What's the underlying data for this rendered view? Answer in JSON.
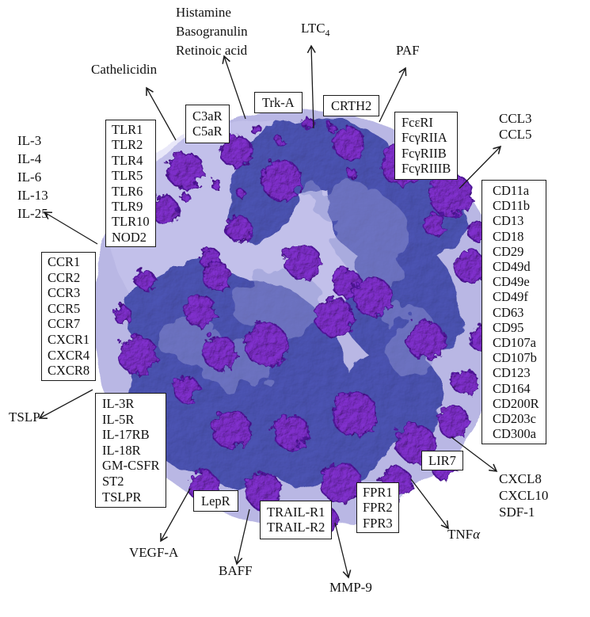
{
  "colors": {
    "membrane": "#b9b7e4",
    "membrane_light": "#cfcdf2",
    "nucleus": "#4750b0",
    "nucleus_light": "#9095d2",
    "granule": "#7c2ec6",
    "granule_dark": "#51189c",
    "line": "#1a1a1a",
    "box_border": "#1b1b1b",
    "box_bg": "#ffffff"
  },
  "boxes": {
    "tlr": {
      "items": [
        "TLR1",
        "TLR2",
        "TLR4",
        "TLR5",
        "TLR6",
        "TLR9",
        "TLR10",
        "NOD2"
      ]
    },
    "complement": {
      "items": [
        "C3aR",
        "C5aR"
      ]
    },
    "trka": {
      "items": [
        "Trk-A"
      ]
    },
    "crth2": {
      "items": [
        "CRTH2"
      ]
    },
    "fc_receptors": {
      "items": [
        "FcεRI",
        "FcγRIIA",
        "FcγRIIB",
        "FcγRIIIB"
      ]
    },
    "cd_markers": {
      "items": [
        "CD11a",
        "CD11b",
        "CD13",
        "CD18",
        "CD29",
        "CD49d",
        "CD49e",
        "CD49f",
        "CD63",
        "CD95",
        "CD107a",
        "CD107b",
        "CD123",
        "CD164",
        "CD200R",
        "CD203c",
        "CD300a"
      ]
    },
    "chemokine_receptors": {
      "items": [
        "CCR1",
        "CCR2",
        "CCR3",
        "CCR5",
        "CCR7",
        "CXCR1",
        "CXCR4",
        "CXCR8"
      ]
    },
    "cytokine_receptors": {
      "items": [
        "IL-3R",
        "IL-5R",
        "IL-17RB",
        "IL-18R",
        "GM-CSFR",
        "ST2",
        "TSLPR"
      ]
    },
    "lepr": {
      "items": [
        "LepR"
      ]
    },
    "trail": {
      "items": [
        "TRAIL-R1",
        "TRAIL-R2"
      ]
    },
    "fpr": {
      "items": [
        "FPR1",
        "FPR2",
        "FPR3"
      ]
    },
    "lir7": {
      "items": [
        "LIR7"
      ]
    }
  },
  "labels": {
    "secreted_top": {
      "lines": [
        "Histamine",
        "Basogranulin",
        "Retinoic acid"
      ]
    },
    "ltc4": {
      "base": "LTC",
      "sub": "4"
    },
    "paf": {
      "text": "PAF"
    },
    "cathelicidin": {
      "text": "Cathelicidin"
    },
    "interleukins": {
      "lines": [
        "IL-3",
        "IL-4",
        "IL-6",
        "IL-13",
        "IL-25"
      ]
    },
    "ccl": {
      "lines": [
        "CCL3",
        "CCL5"
      ]
    },
    "tslp": {
      "text": "TSLP"
    },
    "vegfa": {
      "text": "VEGF-A"
    },
    "baff": {
      "text": "BAFF"
    },
    "mmp9": {
      "text": "MMP-9"
    },
    "tnfa": {
      "base": "TNF",
      "alpha": "α"
    },
    "cxcl": {
      "lines": [
        "CXCL8",
        "CXCL10",
        "SDF-1"
      ]
    }
  }
}
